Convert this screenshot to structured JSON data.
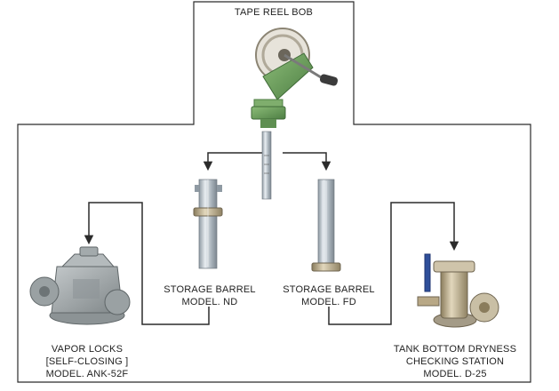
{
  "colors": {
    "frame": "#2b2b2b",
    "reel_green": "#6e9f5e",
    "metal": "#b9c3cc",
    "brass": "#b8a886",
    "cast_gray": "#9aa1a3",
    "valve_blue": "#2f4f9a"
  },
  "top": {
    "title": "TAPE REEL BOB",
    "icon": "tape-reel-bob-photo"
  },
  "barrels": [
    {
      "line1": "STORAGE BARREL",
      "line2": "MODEL. ND",
      "icon": "storage-barrel-nd-photo"
    },
    {
      "line1": "STORAGE BARREL",
      "line2": "MODEL. FD",
      "icon": "storage-barrel-fd-photo"
    }
  ],
  "vapor_lock": {
    "line1": "VAPOR LOCKS",
    "line2": "[SELF-CLOSING ]",
    "line3": "MODEL. ANK-52F",
    "icon": "vapor-lock-photo"
  },
  "station": {
    "line1": "TANK BOTTOM DRYNESS",
    "line2": "CHECKING STATION",
    "line3": "MODEL. D-25",
    "icon": "dryness-station-photo"
  }
}
